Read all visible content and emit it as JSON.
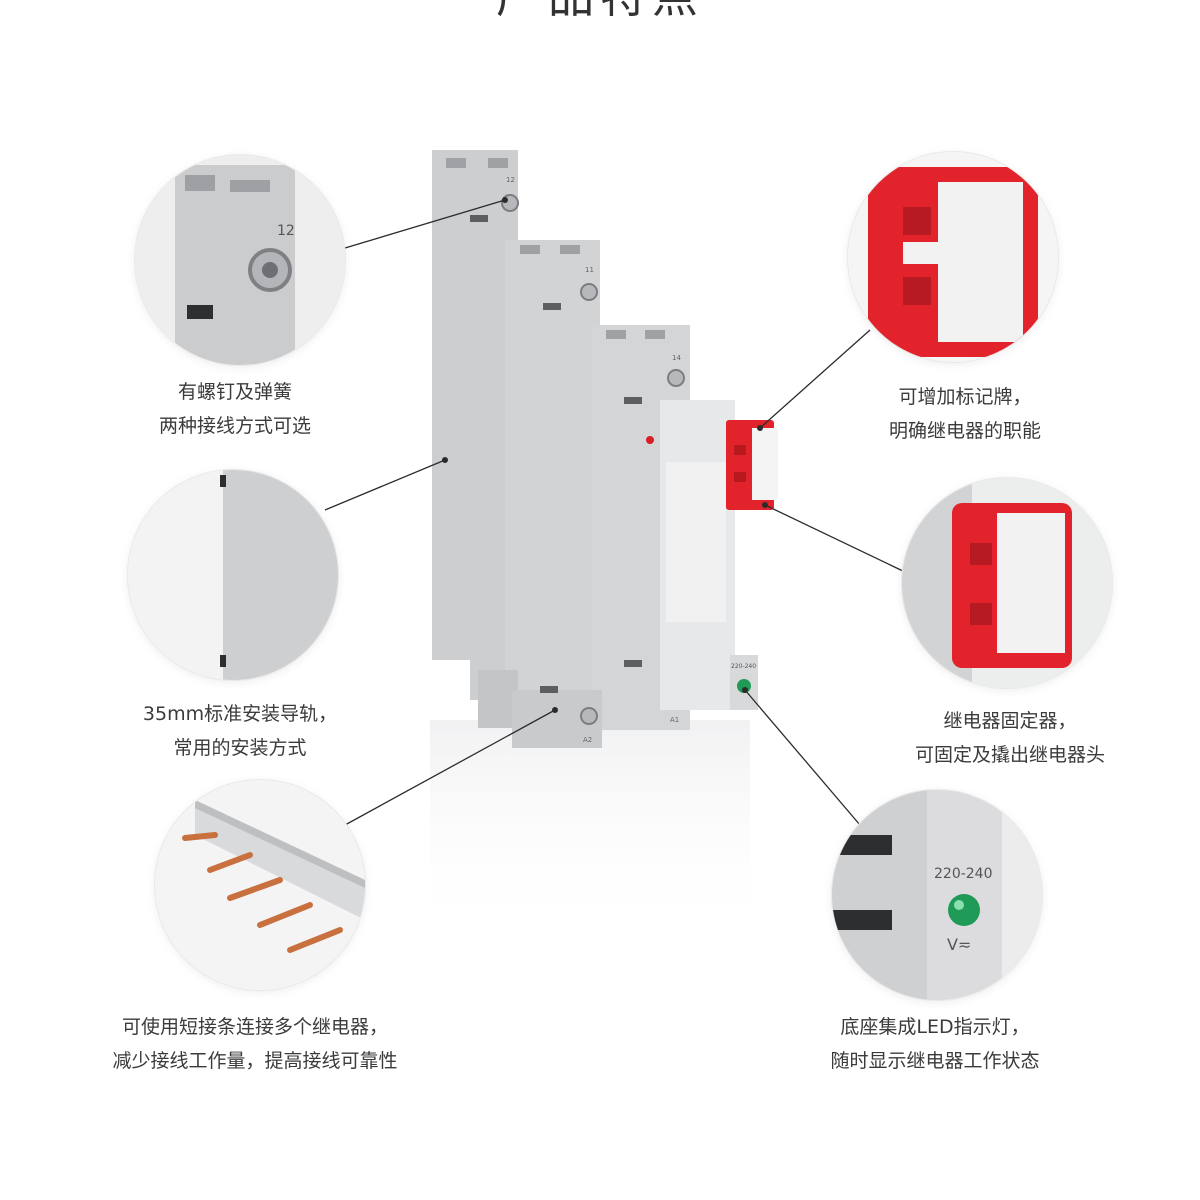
{
  "title": "产品特点",
  "features": {
    "screw_spring": {
      "line1": "有螺钉及弹簧",
      "line2": "两种接线方式可选"
    },
    "din_rail": {
      "line1": "35mm标准安装导轨，",
      "line2": "常用的安装方式"
    },
    "jumper": {
      "line1": "可使用短接条连接多个继电器，",
      "line2": "减少接线工作量，提高接线可靠性"
    },
    "marker": {
      "line1": "可增加标记牌，",
      "line2": "明确继电器的职能"
    },
    "retainer": {
      "line1": "继电器固定器，",
      "line2": "可固定及撬出继电器头"
    },
    "led": {
      "line1": "底座集成LED指示灯，",
      "line2": "随时显示继电器工作状态"
    }
  },
  "product_labels": {
    "t12": "12",
    "t11": "11",
    "t14": "14",
    "a1": "A1",
    "a2": "A2",
    "voltage": "220-240",
    "v_unit": "V≂"
  },
  "colors": {
    "housing": "#cfd0d2",
    "housing_dark": "#a9abae",
    "red": "#e3232c",
    "led": "#1f9a57"
  }
}
